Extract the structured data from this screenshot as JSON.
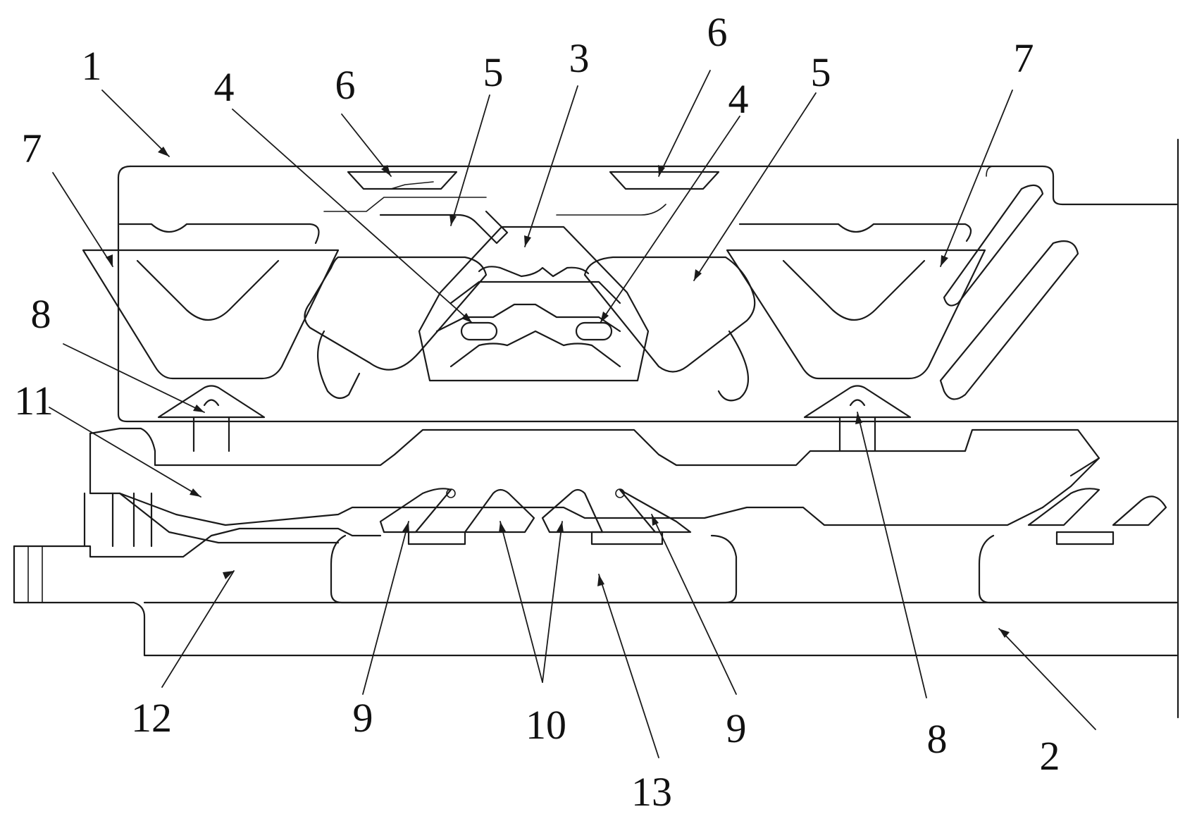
{
  "figure": {
    "description_labels": {
      "part_1": "1",
      "part_2": "2",
      "part_3": "3",
      "part_4a": "4",
      "part_4b": "4",
      "part_5a": "5",
      "part_5b": "5",
      "part_6a": "6",
      "part_6b": "6",
      "part_7a": "7",
      "part_7b": "7",
      "part_8a": "8",
      "part_8b": "8",
      "part_9a": "9",
      "part_9b": "9",
      "part_10": "10",
      "part_11": "11",
      "part_12": "12",
      "part_13": "13"
    }
  }
}
